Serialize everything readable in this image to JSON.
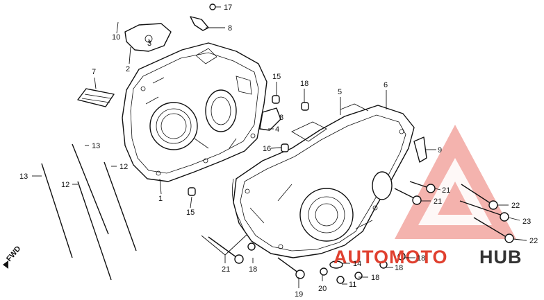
{
  "callouts": {
    "c1": "1",
    "c2": "2",
    "c3": "3",
    "c4": "4",
    "c5": "5",
    "c6": "6",
    "c7": "7",
    "c8": "8",
    "c8b": "8",
    "c9": "9",
    "c10": "10",
    "c11": "11",
    "c12a": "12",
    "c12b": "12",
    "c13a": "13",
    "c13b": "13",
    "c14": "14",
    "c15a": "15",
    "c15b": "15",
    "c16": "16",
    "c17": "17",
    "c18a": "18",
    "c18b": "18",
    "c18c": "18",
    "c18d": "18",
    "c18e": "18",
    "c19": "19",
    "c20": "20",
    "c21a": "21",
    "c21b": "21",
    "c21c": "21",
    "c22a": "22",
    "c22b": "22",
    "c23": "23"
  },
  "fwd_label": "FWD",
  "watermark": {
    "word_red": "AUTOMOTO",
    "word_dark": "HUB",
    "color_red": "#e0402f",
    "color_dark": "#333333",
    "color_pink": "#f2a6a0"
  }
}
